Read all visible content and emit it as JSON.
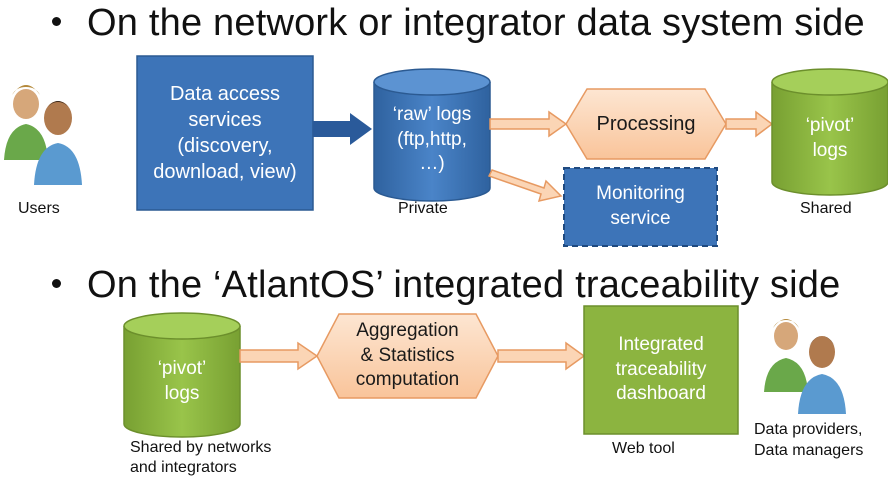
{
  "section1": {
    "heading": "On the network or integrator data system side",
    "users_caption": "Users",
    "data_access_text": "Data access\nservices\n(discovery,\ndownload, view)",
    "raw_logs_text": "‘raw’ logs\n(ftp,http,\n…)",
    "raw_logs_caption": "Private",
    "processing_text": "Processing",
    "monitoring_text": "Monitoring\nservice",
    "pivot_logs_text": "‘pivot’\nlogs",
    "pivot_logs_caption": "Shared"
  },
  "section2": {
    "heading": "On the ‘AtlantOS’ integrated traceability side",
    "pivot_logs_text": "‘pivot’\nlogs",
    "pivot_logs_caption": "Shared by networks\nand integrators",
    "aggregation_text": "Aggregation\n& Statistics\ncomputation",
    "dashboard_text": "Integrated\ntraceability\ndashboard",
    "dashboard_caption": "Web tool",
    "providers_caption": "Data providers,\nData managers"
  },
  "colors": {
    "blue_box": "#3d74b8",
    "green_box": "#8cb440",
    "orange_fill": "#fbd5b5",
    "orange_stroke": "#e79a62",
    "dark_blue_arrow": "#2a5a9a"
  },
  "icons": [
    "users-icon",
    "data-providers-icon"
  ]
}
